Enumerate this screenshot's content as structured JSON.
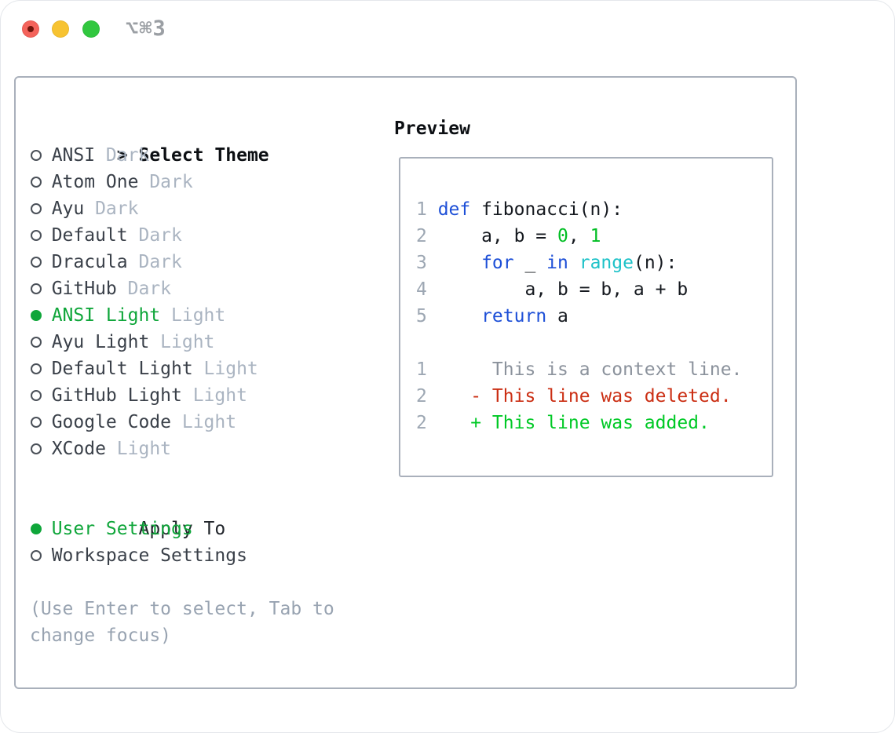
{
  "window": {
    "title": "⌥⌘3"
  },
  "theme_panel": {
    "header_prefix": ">",
    "header_label": "Select Theme",
    "items": [
      {
        "name": "ANSI",
        "variant": "Dark",
        "selected": false
      },
      {
        "name": "Atom One",
        "variant": "Dark",
        "selected": false
      },
      {
        "name": "Ayu",
        "variant": "Dark",
        "selected": false
      },
      {
        "name": "Default",
        "variant": "Dark",
        "selected": false
      },
      {
        "name": "Dracula",
        "variant": "Dark",
        "selected": false
      },
      {
        "name": "GitHub",
        "variant": "Dark",
        "selected": false
      },
      {
        "name": "ANSI Light",
        "variant": "Light",
        "selected": true
      },
      {
        "name": "Ayu Light",
        "variant": "Light",
        "selected": false
      },
      {
        "name": "Default Light",
        "variant": "Light",
        "selected": false
      },
      {
        "name": "GitHub Light",
        "variant": "Light",
        "selected": false
      },
      {
        "name": "Google Code",
        "variant": "Light",
        "selected": false
      },
      {
        "name": "XCode",
        "variant": "Light",
        "selected": false
      }
    ],
    "apply_to_label": "Apply To",
    "apply_options": [
      {
        "label": "User Settings",
        "selected": true
      },
      {
        "label": "Workspace Settings",
        "selected": false
      }
    ],
    "hint_lines": [
      "(Use Enter to select, Tab to",
      "change focus)"
    ]
  },
  "preview": {
    "label": "Preview",
    "lines": [
      {
        "ln": "1",
        "tokens": [
          {
            "t": "def",
            "c": "kw"
          },
          {
            "t": " fibonacci(n):",
            "c": "pl"
          }
        ]
      },
      {
        "ln": "2",
        "tokens": [
          {
            "t": "    a, b = ",
            "c": "pl"
          },
          {
            "t": "0",
            "c": "num"
          },
          {
            "t": ", ",
            "c": "pl"
          },
          {
            "t": "1",
            "c": "num"
          }
        ]
      },
      {
        "ln": "3",
        "tokens": [
          {
            "t": "    ",
            "c": "pl"
          },
          {
            "t": "for",
            "c": "kw"
          },
          {
            "t": " _ ",
            "c": "pl"
          },
          {
            "t": "in",
            "c": "kw"
          },
          {
            "t": " ",
            "c": "pl"
          },
          {
            "t": "range",
            "c": "fn"
          },
          {
            "t": "(n):",
            "c": "pl"
          }
        ]
      },
      {
        "ln": "4",
        "tokens": [
          {
            "t": "        a, b = b, a + b",
            "c": "pl"
          }
        ]
      },
      {
        "ln": "5",
        "tokens": [
          {
            "t": "    ",
            "c": "pl"
          },
          {
            "t": "return",
            "c": "kw"
          },
          {
            "t": " a",
            "c": "pl"
          }
        ]
      },
      {
        "ln": "",
        "tokens": []
      },
      {
        "ln": "1",
        "tokens": [
          {
            "t": "     This is a context line.",
            "c": "ctx"
          }
        ]
      },
      {
        "ln": "2",
        "tokens": [
          {
            "t": "   - This line was deleted.",
            "c": "del"
          }
        ]
      },
      {
        "ln": "2",
        "tokens": [
          {
            "t": "   + This line was added.",
            "c": "add"
          }
        ]
      }
    ]
  },
  "colors": {
    "accent_green": "#0fa63a",
    "added_green": "#00c926",
    "deleted_red": "#cb2f14",
    "keyword_blue": "#1d4fd7",
    "builtin_cyan": "#1ec2c8",
    "number_green": "#00be23",
    "text_dark": "#3a4049",
    "muted_gray": "#aab4c1",
    "hint_gray": "#98a3b1",
    "line_number_gray": "#9da7b3",
    "context_gray": "#8b929c",
    "border_gray": "#a9b0bb",
    "code_text": "#15191f",
    "titlebar_gray": "#9b9fa4",
    "traffic_red": "#f4635b",
    "traffic_yellow": "#f7c331",
    "traffic_green": "#31c73f"
  }
}
